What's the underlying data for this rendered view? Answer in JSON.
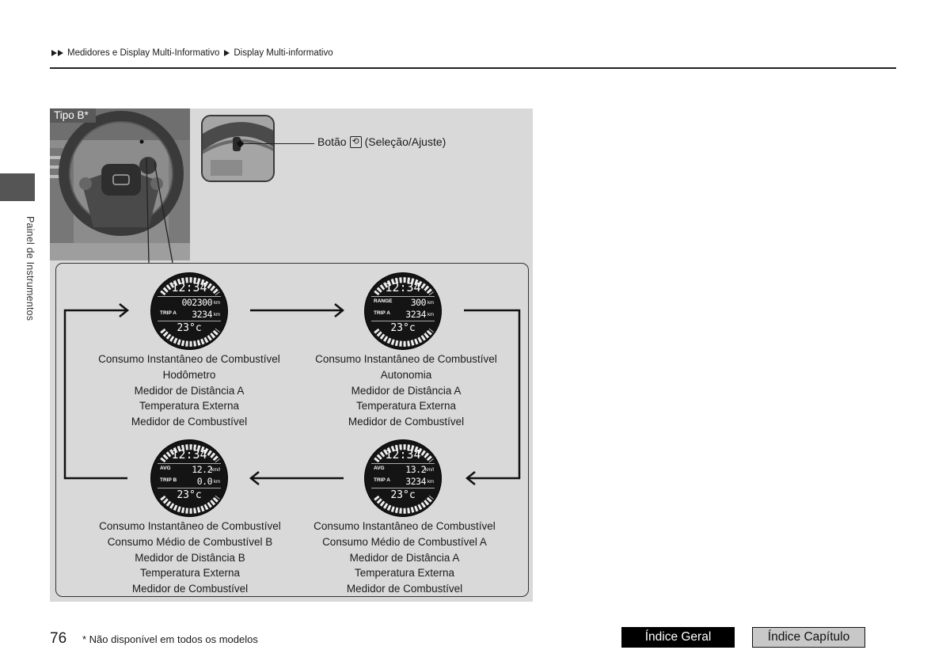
{
  "breadcrumb": {
    "item1": "Medidores e Display Multi-Informativo",
    "item2": "Display Multi-informativo"
  },
  "side_label": "Painel de Instrumentos",
  "figure": {
    "type_label": "Tipo B*",
    "callout": {
      "prefix": "Botão",
      "icon": "select-reset-knob-icon",
      "suffix": "(Seleção/Ajuste)"
    },
    "gauges": [
      {
        "clock": "12:34",
        "row1": {
          "label": "",
          "value": "002300",
          "unit": "km"
        },
        "row2": {
          "label": "TRIP A",
          "value": "3234",
          "unit": "km"
        },
        "temp": "23°c",
        "caption": [
          "Consumo Instantâneo de Combustível",
          "Hodômetro",
          "Medidor de Distância A",
          "Temperatura Externa",
          "Medidor de Combustível"
        ]
      },
      {
        "clock": "12:34",
        "row1": {
          "label": "RANGE",
          "value": "300",
          "unit": "km"
        },
        "row2": {
          "label": "TRIP A",
          "value": "3234",
          "unit": "km"
        },
        "temp": "23°c",
        "caption": [
          "Consumo Instantâneo de Combustível",
          "Autonomia",
          "Medidor de Distância A",
          "Temperatura Externa",
          "Medidor de Combustível"
        ]
      },
      {
        "clock": "12:34",
        "row1": {
          "label": "AVG",
          "value": "13.2",
          "unit": "km/l"
        },
        "row2": {
          "label": "TRIP A",
          "value": "3234",
          "unit": "km"
        },
        "temp": "23°c",
        "caption": [
          "Consumo Instantâneo de Combustível",
          "Consumo Médio de Combustível A",
          "Medidor de Distância A",
          "Temperatura Externa",
          "Medidor de Combustível"
        ]
      },
      {
        "clock": "12:34",
        "row1": {
          "label": "AVG",
          "value": "12.2",
          "unit": "km/l"
        },
        "row2": {
          "label": "TRIP B",
          "value": "0.0",
          "unit": "km"
        },
        "temp": "23°c",
        "caption": [
          "Consumo Instantâneo de Combustível",
          "Consumo Médio de Combustível B",
          "Medidor de Distância B",
          "Temperatura Externa",
          "Medidor de Combustível"
        ]
      }
    ]
  },
  "footer": {
    "page_number": "76",
    "footnote": "* Não disponível em todos os modelos",
    "index_general": "Índice Geral",
    "index_chapter": "Índice Capítulo"
  },
  "colors": {
    "panel": "#d9d9d9",
    "tab": "#555555",
    "type_label_bg": "#595959",
    "gauge_bg": "#141414"
  }
}
